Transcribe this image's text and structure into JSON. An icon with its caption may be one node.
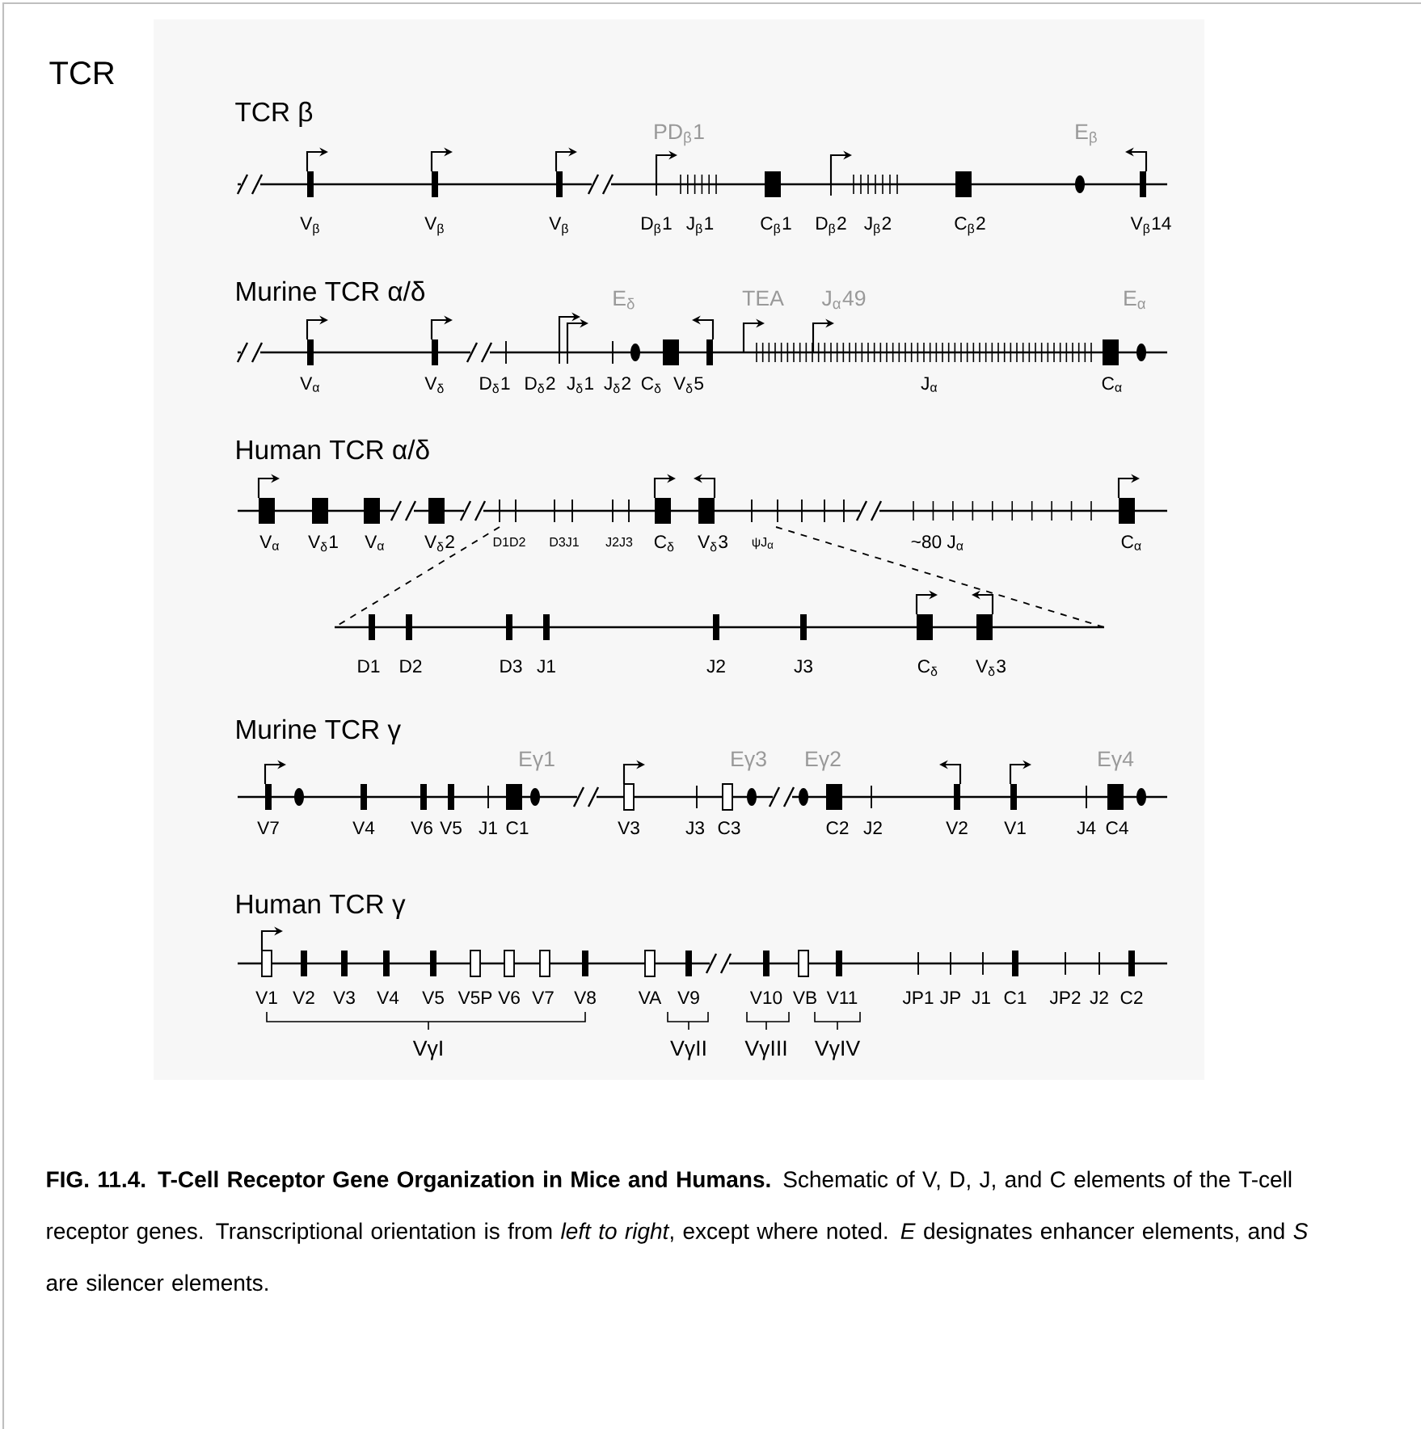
{
  "diagram": {
    "title": "TCR",
    "caption": "**FIG. 11.4. T-Cell Receptor Gene Organization in Mice and Humans.** Schematic of V, D, J, and C elements of the T-cell receptor genes. Transcriptional orientation is from *left to right*, except where noted. *E* designates enhancer elements, and *S* are silencer elements.",
    "labels": [
      "TCR β",
      "PD$_{β}$1",
      "E$_{β}$",
      "V$_{β}$",
      "V$_{β}$",
      "V$_{β}$",
      "D$_{β}$1",
      "J$_{β}$1",
      "C$_{β}$1",
      "D$_{β}$2",
      "J$_{β}$2",
      "C$_{β}$2",
      "V$_{β}$14",
      "Murine TCR α/δ",
      "E$_{δ}$",
      "TEA",
      "J$_{α}$49",
      "E$_{α}$",
      "V$_{α}$",
      "V$_{δ}$",
      "D$_{δ}$1",
      "D$_{δ}$2",
      "J$_{δ}$1",
      "J$_{δ}$2",
      "C$_{δ}$",
      "V$_{δ}$5",
      "J$_{α}$",
      "C$_{α}$",
      "Human TCR α/δ",
      "V$_{α}$",
      "V$_{δ}$1",
      "V$_{α}$",
      "V$_{δ}$2",
      "D1D2",
      "D3J1",
      "J2J3",
      "C$_{δ}$",
      "V$_{δ}$3",
      "ψJ$_{α}$",
      "~80 J$_{α}$",
      "C$_{α}$",
      "D1",
      "D2",
      "D3",
      "J1",
      "J2",
      "J3",
      "C$_{δ}$",
      "V$_{δ}$3",
      "Murine TCR γ",
      "Eγ1",
      "Eγ3",
      "Eγ2",
      "Eγ4",
      "V7",
      "V4",
      "V6",
      "V5",
      "J1",
      "C1",
      "V3",
      "J3",
      "C3",
      "C2",
      "J2",
      "V2",
      "V1",
      "J4",
      "C4",
      "Human TCR γ",
      "V1",
      "V2",
      "V3",
      "V4",
      "V5",
      "V5P",
      "V6",
      "V7",
      "V8",
      "VA",
      "V9",
      "V10",
      "VB",
      "V11",
      "JP1",
      "JP",
      "J1",
      "C1",
      "JP2",
      "J2",
      "C2",
      "VγI",
      "VγII",
      "VγIII",
      "VγIV"
    ]
  }
}
